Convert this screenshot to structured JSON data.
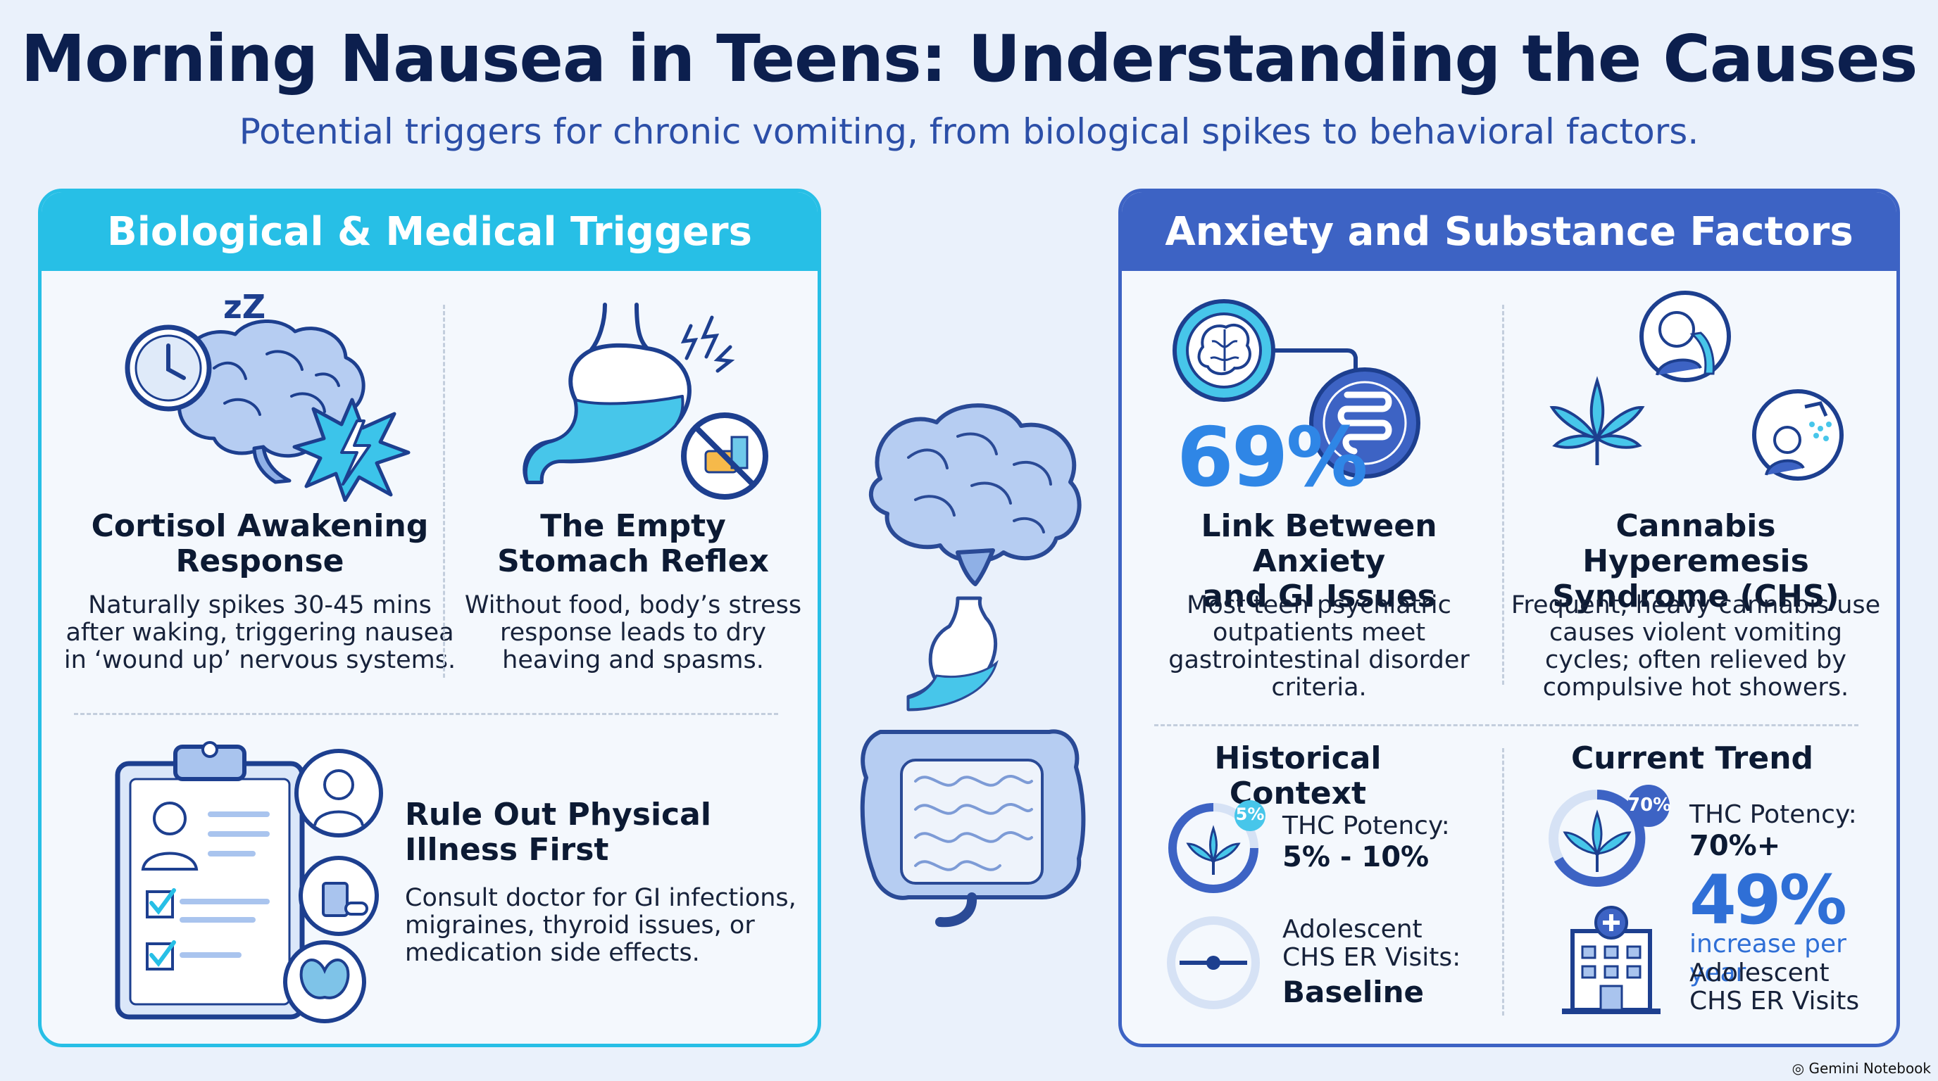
{
  "header": {
    "title": "Morning Nausea in Teens: Understanding the Causes",
    "subtitle": "Potential triggers for chronic vomiting, from biological spikes to behavioral factors."
  },
  "left_panel": {
    "heading": "Biological & Medical Triggers",
    "cortisol": {
      "title_l1": "Cortisol Awakening",
      "title_l2": "Response",
      "body_l1": "Naturally spikes 30-45 mins",
      "body_l2": "after waking, triggering nausea",
      "body_l3": "in ‘wound up’ nervous systems.",
      "sleep_glyph": "zZ"
    },
    "empty_stomach": {
      "title_l1": "The Empty",
      "title_l2": "Stomach Reflex",
      "body_l1": "Without food, body’s stress",
      "body_l2": "response leads to dry",
      "body_l3": "heaving and spasms."
    },
    "rule_out": {
      "title_l1": "Rule Out Physical",
      "title_l2": "Illness First",
      "body_l1": "Consult doctor for GI infections,",
      "body_l2": "migraines, thyroid issues, or",
      "body_l3": "medication side effects."
    }
  },
  "right_panel": {
    "heading": "Anxiety and Substance Factors",
    "anxiety": {
      "percent": "69%",
      "title_l1": "Link Between Anxiety",
      "title_l2": "and GI Issues",
      "body_l1": "Most teen psychiatric",
      "body_l2": "outpatients meet",
      "body_l3": "gastrointestinal disorder",
      "body_l4": "criteria."
    },
    "chs": {
      "title_l1": "Cannabis Hyperemesis",
      "title_l2": "Syndrome (CHS)",
      "body_l1": "Frequent, heavy cannabis use",
      "body_l2": "causes violent vomiting",
      "body_l3": "cycles; often relieved by",
      "body_l4": "compulsive hot showers."
    },
    "historical": {
      "heading": "Historical Context",
      "badge": "5%",
      "potency_label": "THC Potency:",
      "potency_value": "5% - 10%",
      "er_l1": "Adolescent",
      "er_l2": "CHS ER Visits:",
      "er_value": "Baseline"
    },
    "current": {
      "heading": "Current Trend",
      "badge": "70%",
      "potency_label": "THC Potency:",
      "potency_value": "70%+",
      "increase_pct": "49%",
      "increase_label": "increase per year",
      "er_l1": "Adolescent",
      "er_l2": "CHS ER Visits"
    }
  },
  "footer": {
    "brand": "Gemini Notebook"
  },
  "colors": {
    "cyan": "#27bfe6",
    "royal_blue": "#3d63c4",
    "navy": "#0c1f4e",
    "accent_blue": "#2f86e6"
  }
}
